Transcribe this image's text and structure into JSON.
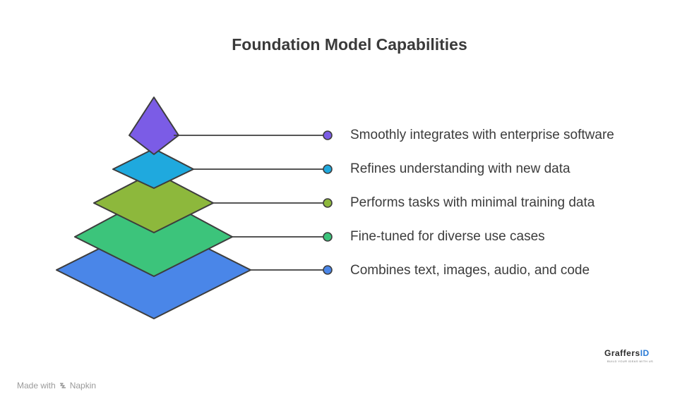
{
  "title": "Foundation Model Capabilities",
  "layers": [
    {
      "label": "Smoothly integrates with enterprise software",
      "color": "#7b5ce6",
      "dot_color": "#7b5ce6"
    },
    {
      "label": "Refines understanding with new data",
      "color": "#1fa9de",
      "dot_color": "#1fa9de"
    },
    {
      "label": "Performs tasks with minimal training data",
      "color": "#8db83c",
      "dot_color": "#8db83c"
    },
    {
      "label": "Fine-tuned for diverse use cases",
      "color": "#3cc47b",
      "dot_color": "#3cc47b"
    },
    {
      "label": "Combines text, images, audio, and code",
      "color": "#4a86e8",
      "dot_color": "#4a86e8"
    }
  ],
  "footer": {
    "made_with": "Made with",
    "brand": "Napkin"
  },
  "logo": {
    "name_part1": "Graffers",
    "name_part2": "ID",
    "tagline": "BUILD YOUR IDEAS WITH US",
    "accent_color": "#2a7bd6"
  }
}
